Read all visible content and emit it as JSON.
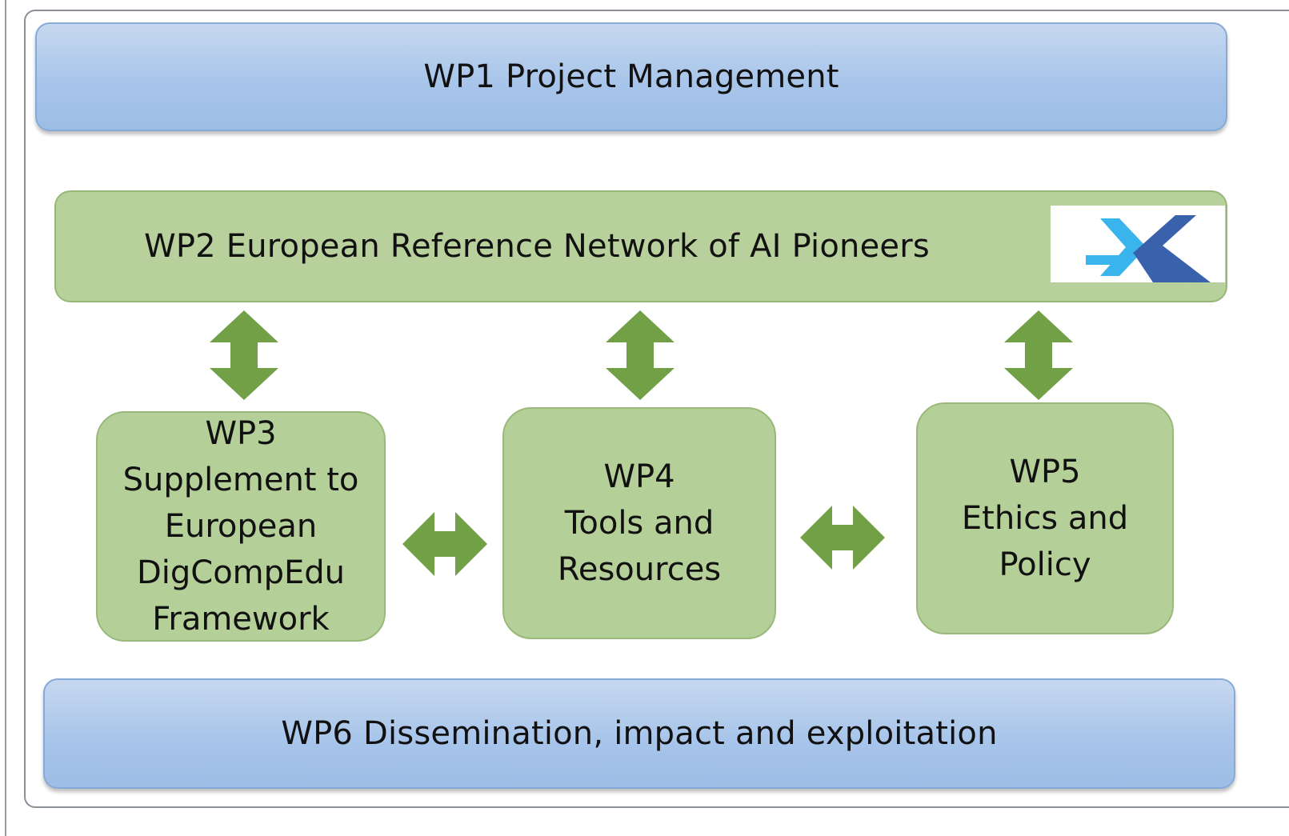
{
  "diagram": {
    "wp1": {
      "label": "WP1 Project Management"
    },
    "wp2": {
      "label": "WP2 European Reference Network of AI Pioneers"
    },
    "wp3": {
      "lines": [
        "WP3",
        "Supplement to",
        "European",
        "DigCompEdu",
        "Framework"
      ]
    },
    "wp4": {
      "lines": [
        "WP4",
        "Tools and",
        "Resources"
      ]
    },
    "wp5": {
      "lines": [
        "WP5",
        "Ethics and",
        "Policy"
      ]
    },
    "wp6": {
      "label": "WP6 Dissemination, impact and exploitation"
    }
  },
  "colors": {
    "blue_band": "#a8c5ea",
    "green_box": "#b5cf98",
    "arrow_green": "#71a046",
    "logo_light_blue": "#3ab4ec",
    "logo_dark_blue": "#3a62ac"
  },
  "icons": {
    "logo": "network-logo",
    "vertical_arrows": "double-arrow-vertical",
    "horizontal_arrows": "double-arrow-horizontal"
  }
}
